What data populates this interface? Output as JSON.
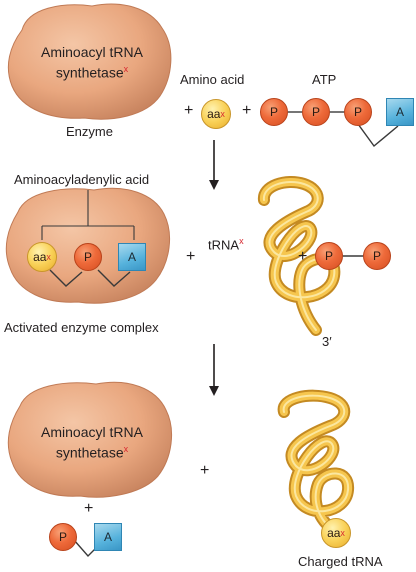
{
  "enzyme_top": {
    "line1": "Aminoacyl tRNA",
    "line2": "synthetase",
    "sup": "x",
    "caption": "Enzyme"
  },
  "amino_acid": {
    "label": "Amino acid",
    "circle": "aa",
    "sup": "x"
  },
  "atp": {
    "label": "ATP",
    "p": "P",
    "a": "A"
  },
  "aminoacyladenylic": {
    "label": "Aminoacyladenylic acid"
  },
  "complex": {
    "aa": "aa",
    "sup": "x",
    "p": "P",
    "a": "A",
    "caption": "Activated enzyme complex"
  },
  "trna_mid": {
    "label": "tRNA",
    "sup": "x",
    "end": "3′"
  },
  "ppi": {
    "p1": "P",
    "p2": "P"
  },
  "enzyme_bottom": {
    "line1": "Aminoacyl tRNA",
    "line2": "synthetase",
    "sup": "x"
  },
  "amp": {
    "p": "P",
    "a": "A"
  },
  "charged": {
    "aa": "aa",
    "sup": "x",
    "caption": "Charged tRNA"
  },
  "operators": {
    "plus": "+"
  },
  "colors": {
    "enzyme": "#e9a77f",
    "phosphate": "#ee6a3a",
    "amino_acid": "#f9d158",
    "adenosine": "#56b2dc",
    "trna": "#f6c64e",
    "superscript": "#d7282f"
  }
}
